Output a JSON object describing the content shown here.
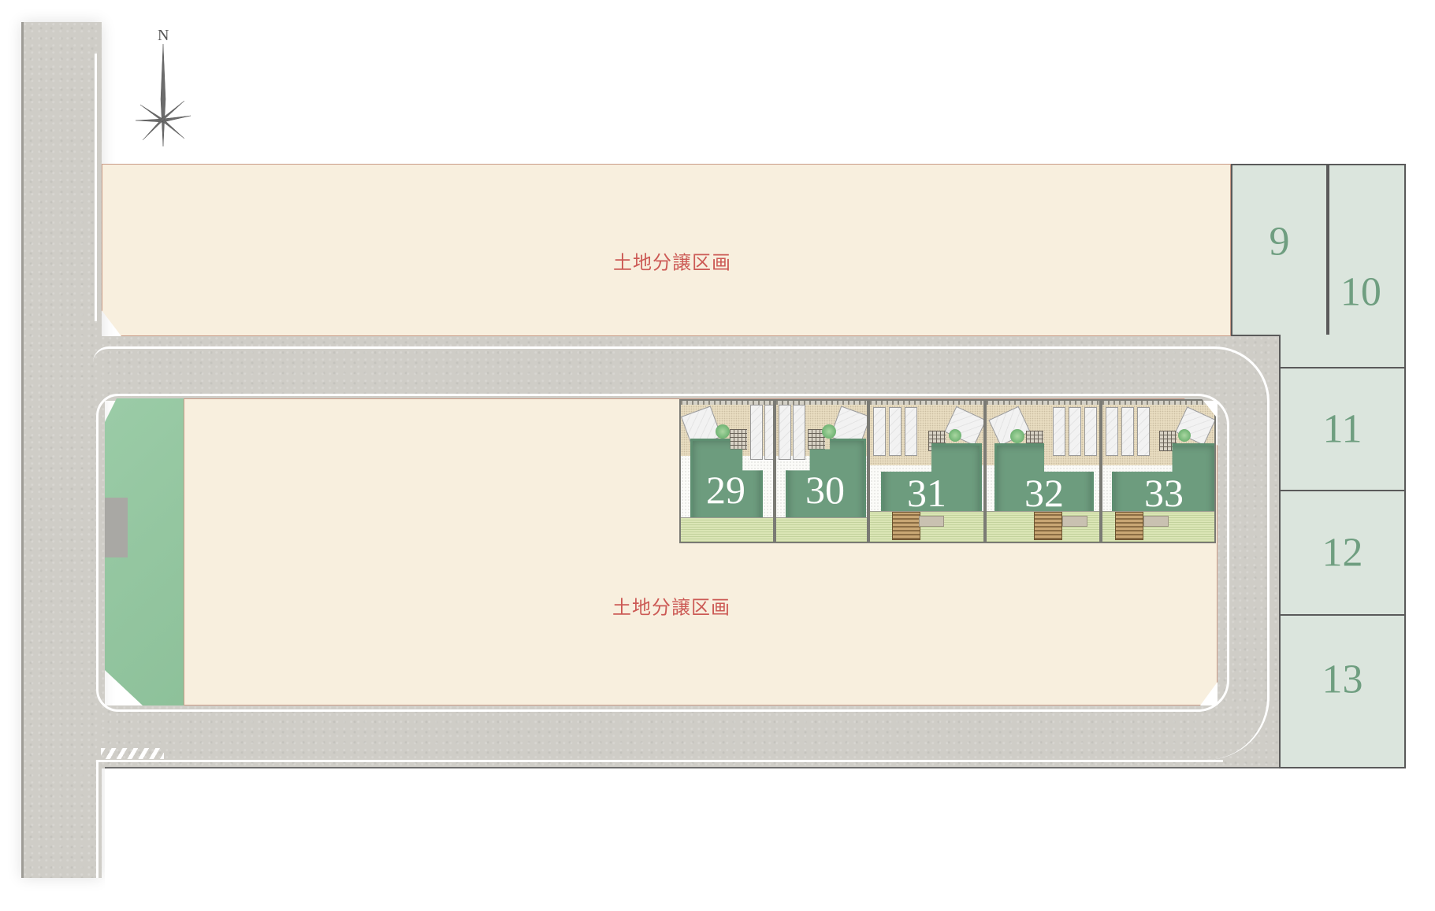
{
  "compass": {
    "label": "N"
  },
  "land_blocks": [
    {
      "id": "north-block",
      "label": "土地分譲区画"
    },
    {
      "id": "center-block",
      "label": "土地分譲区画"
    }
  ],
  "side_lots": [
    {
      "number": "9"
    },
    {
      "number": "10"
    },
    {
      "number": "11"
    },
    {
      "number": "12"
    },
    {
      "number": "13"
    }
  ],
  "house_lots": [
    {
      "number": "29"
    },
    {
      "number": "30"
    },
    {
      "number": "31"
    },
    {
      "number": "32"
    },
    {
      "number": "33"
    }
  ],
  "colors": {
    "road": "#cfcdc7",
    "land": "#f8efde",
    "land_label": "#cc5a55",
    "side_lot": "#dbe5dd",
    "side_lot_number": "#6f9e80",
    "house": "#6d9c7e",
    "park": "#92c79f"
  }
}
